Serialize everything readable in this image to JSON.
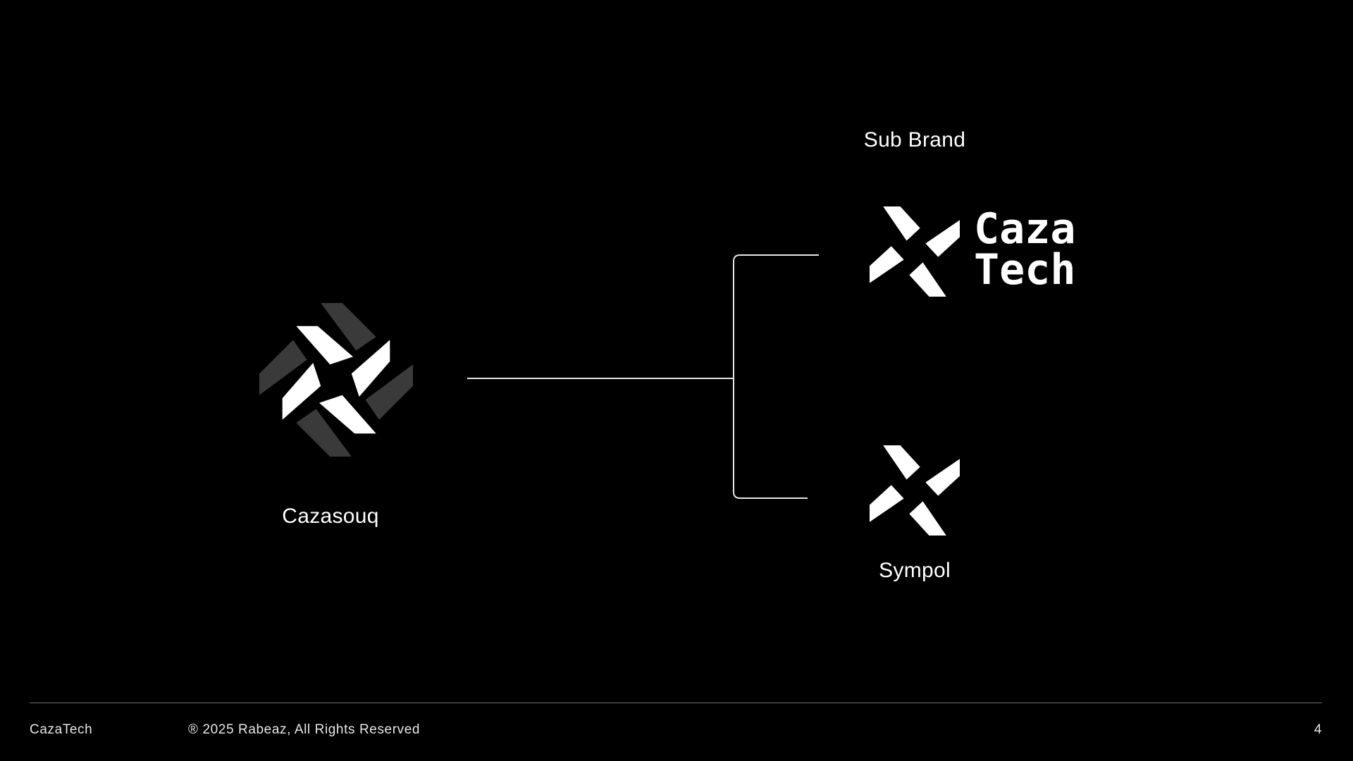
{
  "colors": {
    "background": "#000000",
    "foreground": "#ffffff",
    "mark_dim": "#3a3a3a",
    "rule": "#6e6e6e"
  },
  "main_brand": {
    "label": "Cazasouq",
    "icon": "cazasouq-logo-icon"
  },
  "sub_brand": {
    "heading": "Sub Brand",
    "wordmark_line1": "Caza",
    "wordmark_line2": "Tech",
    "icon": "cazatech-logo-mark-icon"
  },
  "symbol": {
    "label": "Sympol",
    "icon": "cazatech-symbol-icon"
  },
  "footer": {
    "brand": "CazaTech",
    "copyright": "® 2025 Rabeaz, All Rights Reserved",
    "page_number": "4"
  }
}
